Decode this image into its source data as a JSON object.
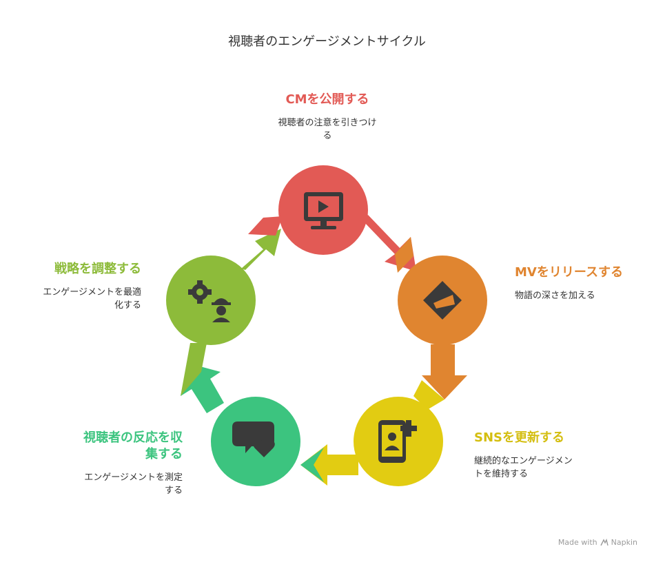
{
  "title": "視聴者のエンゲージメントサイクル",
  "stages": [
    {
      "heading": "CMを公開する",
      "desc": "視聴者の注意を引きつけ\nる",
      "color": "#E25A55",
      "icon": "tv-play-icon"
    },
    {
      "heading": "MVをリリースする",
      "desc": "物語の深さを加える",
      "color": "#E08530",
      "icon": "diamond-screen-icon"
    },
    {
      "heading": "SNSを更新する",
      "desc": "継続的なエンゲージメン\nトを維持する",
      "color": "#E2CC12",
      "icon": "phone-user-plus-icon"
    },
    {
      "heading": "視聴者の反応を収\n集する",
      "desc": "エンゲージメントを測定\nする",
      "color": "#3CC47F",
      "icon": "chat-heart-icon"
    },
    {
      "heading": "戦略を調整する",
      "desc": "エンゲージメントを最適\n化する",
      "color": "#8DBB3A",
      "icon": "gear-worker-icon"
    }
  ],
  "watermark": {
    "prefix": "Made with",
    "brand": "Napkin"
  }
}
